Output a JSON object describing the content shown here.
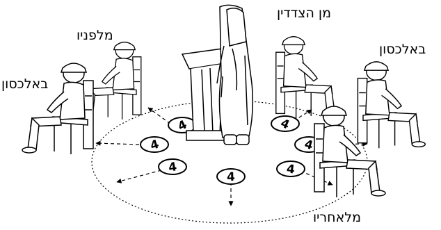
{
  "labels": {
    "front": "מלפניו",
    "diagonal_left": "באלכסון",
    "sides": "מן הצדדין",
    "diagonal_right": "באלכסון",
    "behind": "מלאחריו"
  },
  "markers": [
    "4",
    "4",
    "4",
    "4",
    "4",
    "4",
    "4"
  ],
  "colors": {
    "ink": "#000000",
    "paper": "#ffffff"
  },
  "icons": [
    "praying-man-icon",
    "lectern-icon",
    "seated-man-icon",
    "chair-icon",
    "arrow-icon",
    "marker-disc-icon"
  ]
}
